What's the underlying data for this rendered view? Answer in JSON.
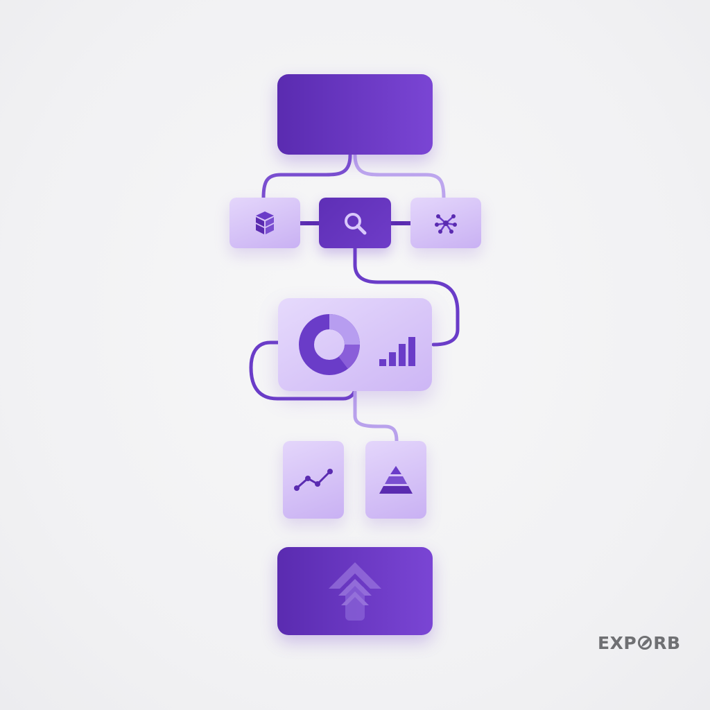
{
  "diagram": {
    "nodes": [
      {
        "id": "top-block",
        "icon": "none"
      },
      {
        "id": "left-box",
        "icon": "cube-stack-icon"
      },
      {
        "id": "center-box",
        "icon": "search-icon"
      },
      {
        "id": "right-box",
        "icon": "network-icon"
      },
      {
        "id": "analytics-panel",
        "icons": [
          "donut-chart-icon",
          "bar-chart-icon"
        ]
      },
      {
        "id": "line-box",
        "icon": "line-chart-icon"
      },
      {
        "id": "pyramid-box",
        "icon": "pyramid-icon"
      },
      {
        "id": "bottom-block",
        "icon": "arrow-up-icon"
      }
    ],
    "colors": {
      "dark": "#5a2bb0",
      "medium": "#7a45d4",
      "light": "#d8c6f8",
      "connector": "#7a4fd0",
      "connector_light": "#b8a0ec"
    }
  },
  "watermark": {
    "part1": "EXP",
    "part2": "RB",
    "icon": "leaf-o-icon"
  }
}
